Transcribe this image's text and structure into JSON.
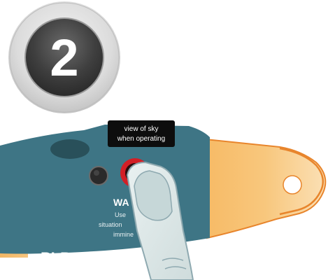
{
  "step": {
    "number": "2"
  },
  "device": {
    "label_line1": "view of sky",
    "label_line2": "when operating",
    "warning_title": "WA",
    "warning_line1": "Use",
    "warning_line2": "situation",
    "warning_line3": "immine",
    "bottom_text": "PLB"
  },
  "colors": {
    "device_body": "#3e7585",
    "strap": "#f5b860",
    "strap_outline": "#e8852c",
    "button_red": "#d21f26",
    "badge_outer": "#e4e4e4",
    "badge_inner": "#4a4a4a"
  }
}
